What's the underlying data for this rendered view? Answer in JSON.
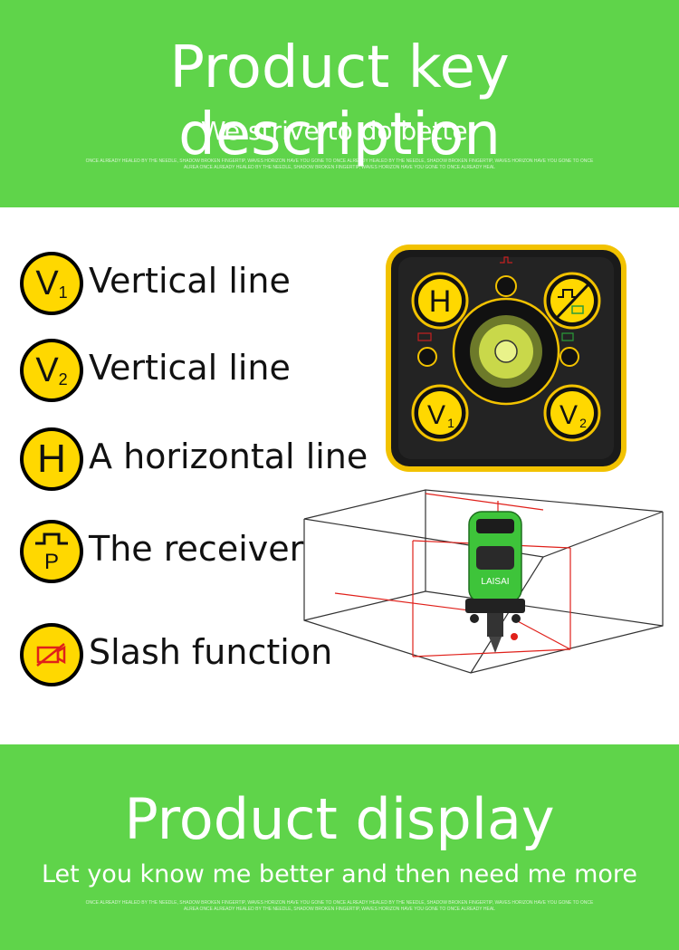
{
  "top_banner": {
    "title": "Product key description",
    "subtitle": "We strive to do better",
    "fineprint": "ONCE ALREADY HEALED BY THE NEEDLE, SHADOW BROKEN FINGERTIP, WAVES HORIZON HAVE YOU GONE TO ONCE ALREADY HEALED BY THE NEEDLE, SHADOW BROKEN FINGERTIP, WAVES HORIZON HAVE YOU GONE TO ONCE ALREA ONCE ALREADY HEALED BY THE NEEDLE, SHADOW BROKEN FINGERTIP, WAVES HORIZON HAVE YOU GONE TO ONCE ALREADY HEAL"
  },
  "features": [
    {
      "label": "Vertical line",
      "icon": "v1-icon",
      "icon_text": "V",
      "icon_sub": "1"
    },
    {
      "label": "Vertical line",
      "icon": "v2-icon",
      "icon_text": "V",
      "icon_sub": "2"
    },
    {
      "label": "A horizontal line",
      "icon": "h-icon",
      "icon_text": "H"
    },
    {
      "label": "The receiver",
      "icon": "receiver-icon",
      "icon_text": "P"
    },
    {
      "label": "Slash function",
      "icon": "slash-icon"
    }
  ],
  "panel": {
    "buttons": [
      {
        "text": "H"
      },
      {
        "text": "V",
        "sub": "1"
      },
      {
        "text": "V",
        "sub": "2"
      }
    ]
  },
  "laser_device": {
    "brand": "LAISAI"
  },
  "bottom_banner": {
    "title": "Product display",
    "subtitle": "Let you know me better and then need me more",
    "fineprint": "ONCE ALREADY HEALED BY THE NEEDLE, SHADOW BROKEN FINGERTIP, WAVES HORIZON HAVE YOU GONE TO ONCE ALREADY HEALED BY THE NEEDLE, SHADOW BROKEN FINGERTIP, WAVES HORIZON HAVE YOU GONE TO ONCE ALREA ONCE ALREADY HEALED BY THE NEEDLE, SHADOW BROKEN FINGERTIP, WAVES HORIZON HAVE YOU GONE TO ONCE ALREADY HEAL"
  },
  "colors": {
    "banner_green": "#5fd44a",
    "badge_yellow": "#ffd800",
    "laser_red": "#e0201a",
    "device_green": "#3ec43a"
  }
}
